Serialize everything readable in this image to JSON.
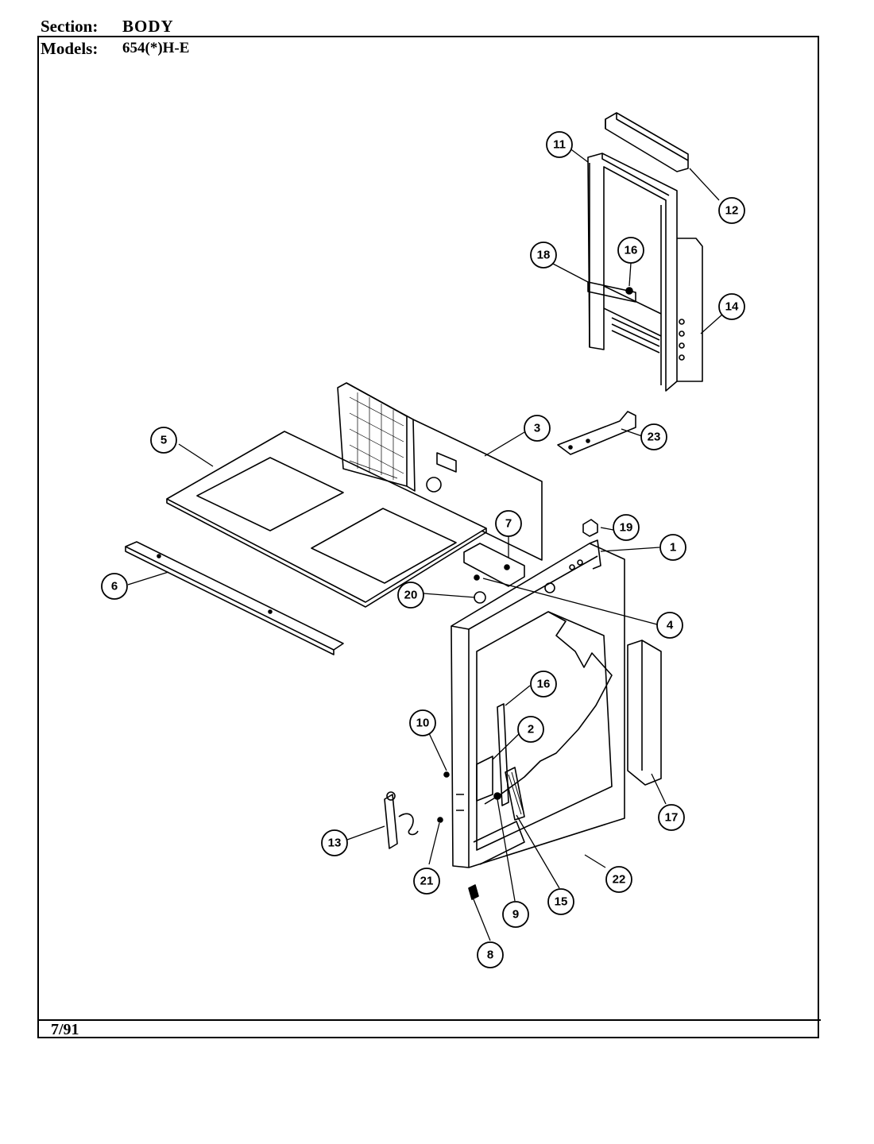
{
  "header": {
    "section_label": "Section:",
    "section_value": "BODY",
    "models_label": "Models:",
    "models_value": "654(*)H-E"
  },
  "footer": {
    "date": "7/91"
  },
  "callouts": [
    "1",
    "2",
    "3",
    "4",
    "5",
    "6",
    "7",
    "8",
    "9",
    "10",
    "11",
    "12",
    "13",
    "14",
    "15",
    "16",
    "16",
    "17",
    "18",
    "19",
    "20",
    "21",
    "22",
    "23"
  ]
}
